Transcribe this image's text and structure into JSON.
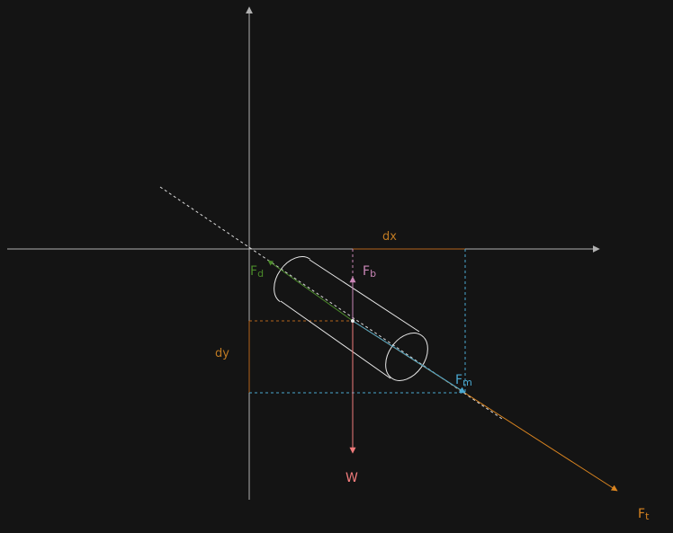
{
  "labels": {
    "dx": "dx",
    "dy": "dy",
    "fd_main": "F",
    "fd_sub": "d",
    "fb_main": "F",
    "fb_sub": "b",
    "fm_main": "F",
    "fm_sub": "m",
    "ft_main": "F",
    "ft_sub": "t",
    "w": "W"
  },
  "colors": {
    "background": "#141414",
    "axis": "#b0b0b0",
    "cylinder": "#e8e8e8",
    "dimension": "#b5651d",
    "dimension_label": "#c07a22",
    "drag": "#4b8a2a",
    "buoyancy": "#c986b6",
    "gravity": "#f07b7b",
    "magnetic": "#4aa8d0",
    "thrust": "#d98420"
  }
}
